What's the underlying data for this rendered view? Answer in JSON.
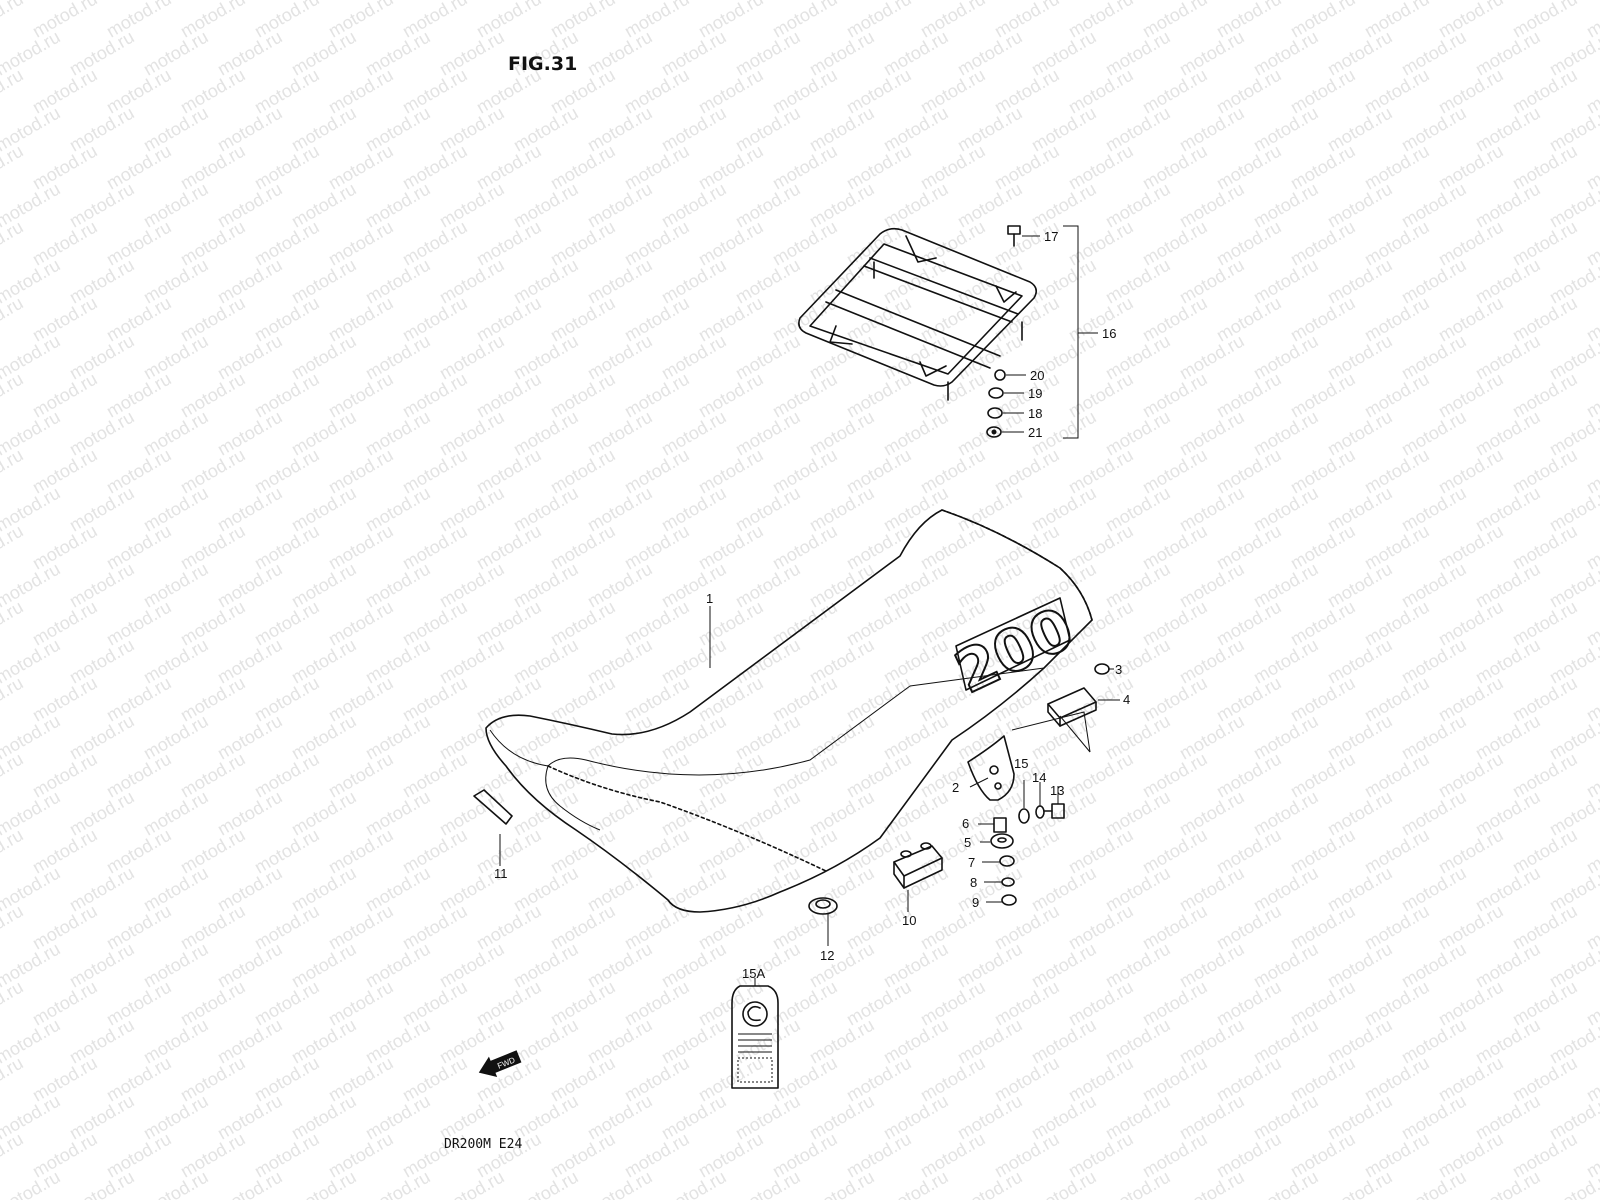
{
  "figure": {
    "title": "FIG.31",
    "model_code": "DR200M E24",
    "fwd_label": "FWD",
    "watermark_text": "motod.ru",
    "seat_emblem": "200"
  },
  "callouts": [
    "1",
    "2",
    "3",
    "4",
    "5",
    "6",
    "7",
    "8",
    "9",
    "10",
    "11",
    "12",
    "13",
    "14",
    "15",
    "15A",
    "16",
    "17",
    "18",
    "19",
    "20",
    "21"
  ]
}
